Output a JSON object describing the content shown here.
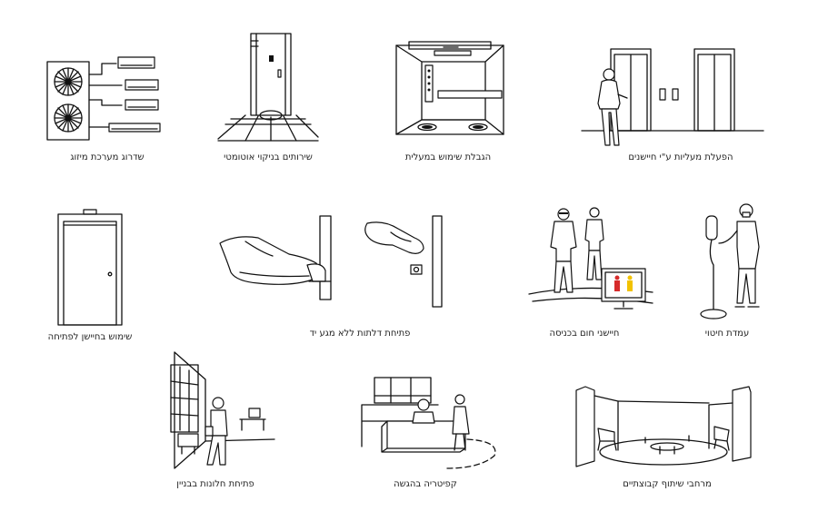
{
  "captions": {
    "ac_upgrade": "שדרוג מערכת מיזוג",
    "auto_restroom": "שירותים בניקוי אוטומטי",
    "elevator_limit": "הגבלת שימוש במעלית",
    "elevator_sensors": "הפעלת מעליות ע\"י חיישנים",
    "sensor_door": "שימוש בחיישן לפתיחה",
    "handsfree_doors": "פתיחת דלתות ללא מגע יד",
    "heat_sensors": "חיישני חום בכניסה",
    "sanitizer_stand": "עמדת חיטוי",
    "windows": "פתיחת חלונות בבניין",
    "cafeteria": "קפיטריה בהגשה",
    "group_spaces": "מרחבי שיתוף קבוצתיים"
  },
  "colors": {
    "figure_red": "#d62b2b",
    "figure_yellow": "#f2c200",
    "line": "#111111"
  }
}
